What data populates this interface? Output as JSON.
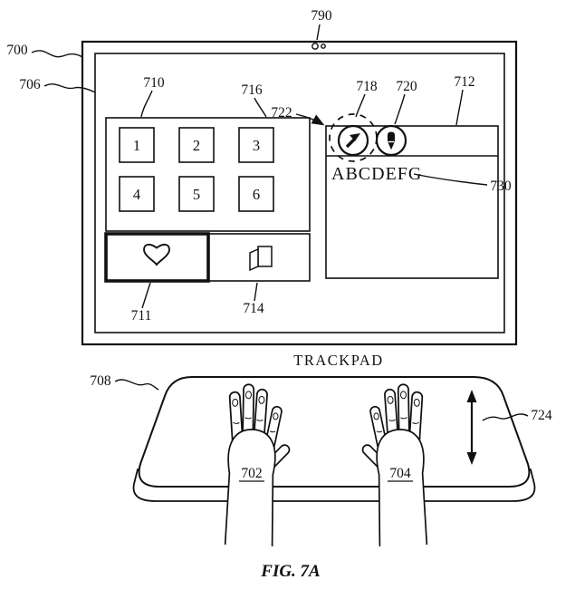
{
  "figure": {
    "caption": "FIG. 7A"
  },
  "display": {
    "grid_cells": [
      "1",
      "2",
      "3",
      "4",
      "5",
      "6"
    ],
    "window_text": "ABCDEFG"
  },
  "trackpad": {
    "label": "TRACKPAD"
  },
  "refs": {
    "device": "700",
    "hand_left": "702",
    "hand_right": "704",
    "screen": "706",
    "trackpad": "708",
    "keypad": "710",
    "heart_key": "711",
    "app_window": "712",
    "pages_key": "714",
    "keypad_grid": "716",
    "cursor_tool": "718",
    "pen_tool": "720",
    "focus_ring": "722",
    "scroll_arrow": "724",
    "window_text": "730",
    "camera": "790"
  }
}
